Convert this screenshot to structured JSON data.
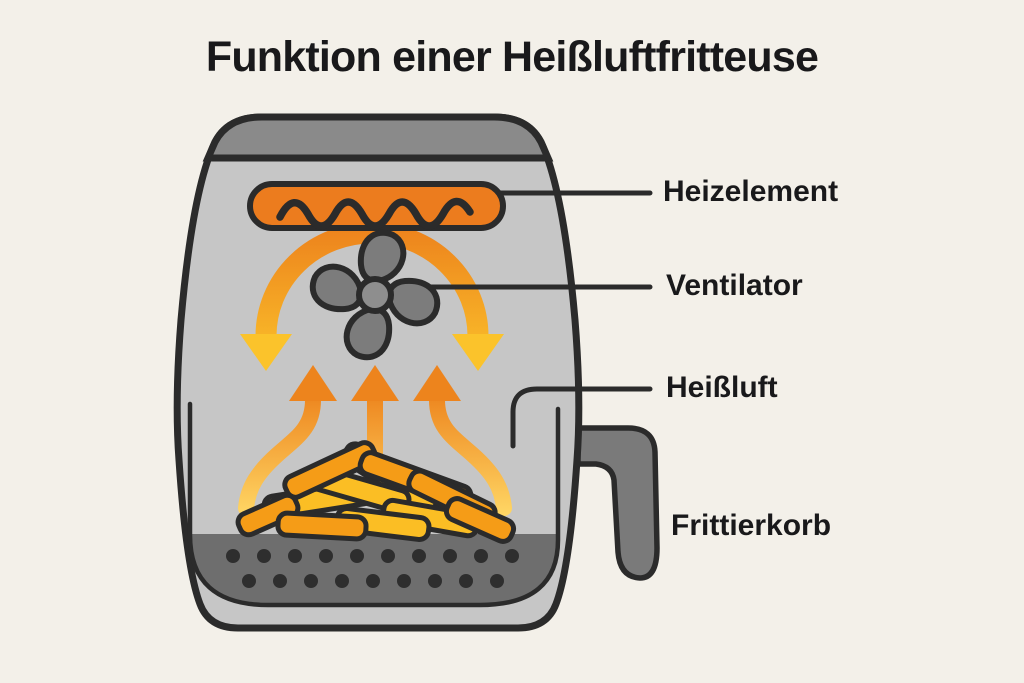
{
  "title": "Funktion einer Heißluftfritteuse",
  "labels": {
    "heizelement": "Heizelement",
    "ventilator": "Ventilator",
    "heissluft": "Heißluft",
    "frittierkorb": "Frittierkorb"
  },
  "colors": {
    "background": "#F3F0E9",
    "outline": "#2B2B2B",
    "text": "#19191B",
    "body_gray": "#C6C6C6",
    "cap_gray": "#8A8A8A",
    "plate_gray": "#6E6E6E",
    "dot_dark": "#2E2E2E",
    "handle_gray": "#7A7A7A",
    "fan_gray": "#7C7C7C",
    "fan_hub_gray": "#8E8E8E",
    "heat_orange": "#EC7C1E",
    "arrow_orange": "#ED841D",
    "arrow_yellow": "#FBC32B",
    "tail_yellow": "#FFD765",
    "fries_orange": "#F59C17",
    "fries_yellow": "#FBBE24"
  }
}
